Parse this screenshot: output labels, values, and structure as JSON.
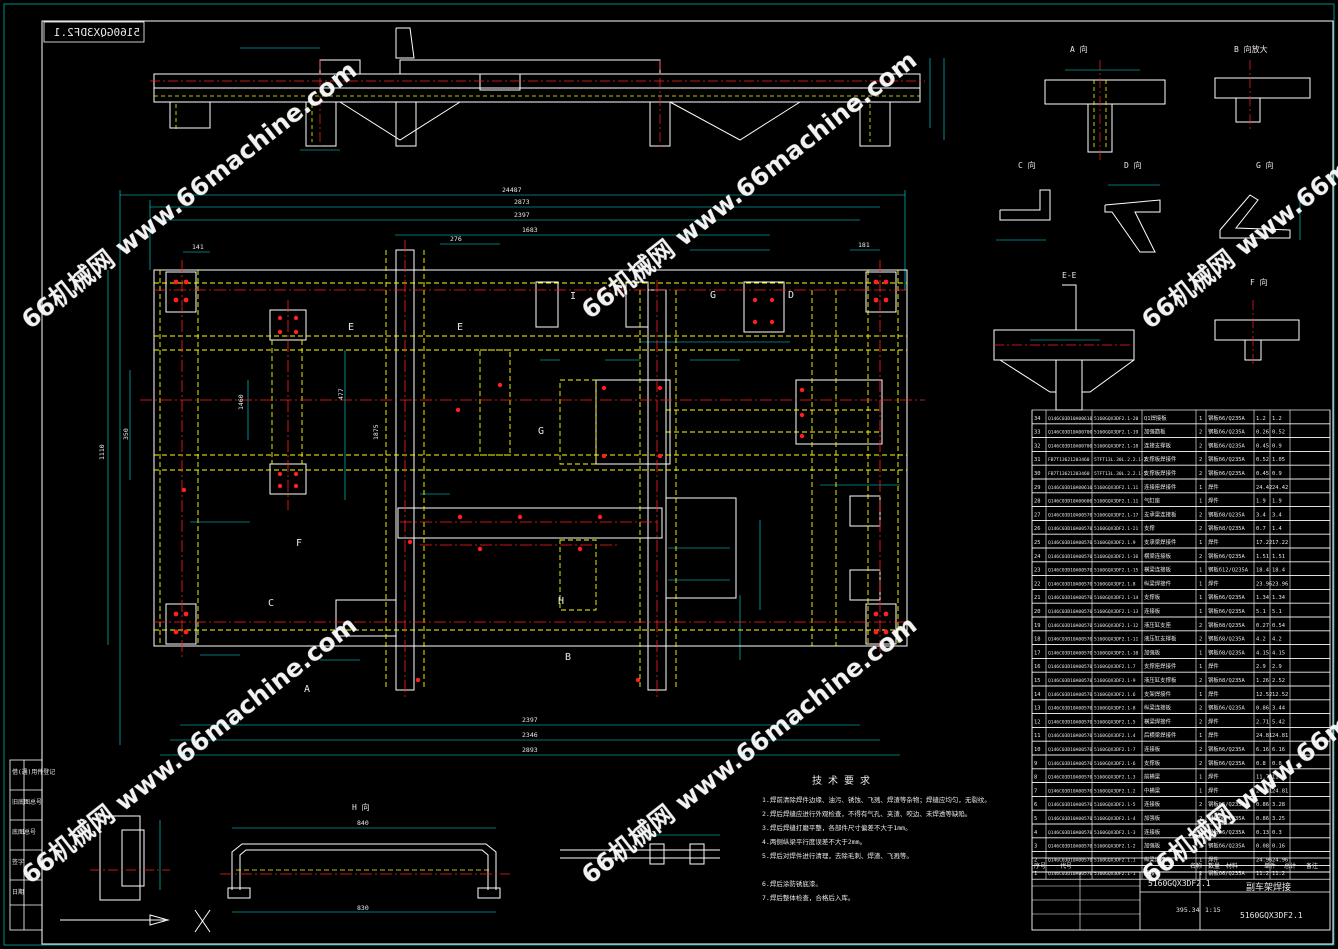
{
  "drawing": {
    "code_mirrored": "5160GQX3DF2.1",
    "code": "5160GQX3DF2.1",
    "title": "副车架焊接",
    "tech_title": "技 术 要 求",
    "tech_items": [
      "1.焊前清除焊件边缘、油污、锈蚀、飞溅、焊渣等杂物；焊缝应均匀，无裂纹。",
      "2.焊后焊缝应进行外观检查，不得有气孔、夹渣、咬边、未焊透等缺陷。",
      "3.焊后焊缝打磨平整，各部件尺寸偏差不大于1mm。",
      "4.两侧纵梁平行度误差不大于2mm。",
      "5.焊后对焊件进行清理，去除毛刺、焊渣、飞溅等。",
      "6.焊后涂防锈底漆。",
      "7.焊后整体检查，合格后入库。"
    ],
    "views": {
      "A": "A 向",
      "B": "B 向放大",
      "C": "C 向",
      "D": "D 向",
      "G": "G 向",
      "EE": "E-E",
      "F": "F 向",
      "H": "H 向"
    },
    "plan_labels": [
      "E",
      "E",
      "G",
      "G",
      "D",
      "F",
      "C",
      "H",
      "B",
      "A",
      "I"
    ],
    "dims_top": [
      "24487",
      "2873",
      "2397",
      "1683",
      "276",
      "181",
      "141"
    ],
    "dims_bottom": [
      "2397",
      "2346",
      "2893"
    ],
    "dims_side": [
      "1110",
      "350",
      "477",
      "1875",
      "1460"
    ],
    "h_view_dims": [
      "840",
      "830"
    ],
    "title_block": {
      "drawing_no": "5160GQX3DF2.1",
      "name": "副车架焊接",
      "weight": "395.34",
      "scale": "1:15"
    }
  },
  "bom_rows": [
    [
      "34",
      "Q146C03D10A00610",
      "5160GQX3DF2.1-20",
      "Q1焊接板",
      "1",
      "钢板δ6/Q235A",
      "1.2",
      "1.2"
    ],
    [
      "33",
      "Q146C03D10A00700",
      "5160GQX3DF2.1-19",
      "加强筋板",
      "2",
      "钢板δ6/Q235A",
      "0.26",
      "0.52"
    ],
    [
      "32",
      "Q146C03D10A00700",
      "5160GQX3DF2.1-18",
      "连接支撑板",
      "2",
      "钢板δ6/Q235A",
      "0.45",
      "0.9"
    ],
    [
      "31",
      "FB7T13621203460",
      "5TFT13L.30L.2.2.1-2",
      "支撑板焊接件",
      "2",
      "钢板δ6/Q235A",
      "0.52",
      "1.05"
    ],
    [
      "30",
      "FB7T13621203460",
      "5TFT13L.30L.2.2.1-5",
      "支撑板焊接件",
      "2",
      "钢板δ6/Q235A",
      "0.45",
      "0.9"
    ],
    [
      "29",
      "Q146C03D10A00610",
      "5160GQX3DF2.1.11",
      "连接座焊接件",
      "1",
      "焊件",
      "24.42",
      "24.42"
    ],
    [
      "28",
      "Q146C03D10A00600",
      "5160GQX3DF2.1.11",
      "气缸座",
      "1",
      "焊件",
      "1.9",
      "1.9"
    ],
    [
      "27",
      "Q146C03D10A00570",
      "5160GQX3DF2.1-17",
      "支承梁连接板",
      "2",
      "钢板δ8/Q235A",
      "3.4",
      "3.4"
    ],
    [
      "26",
      "Q146C03D10A00570",
      "5160GQX3DF2.1-21",
      "支撑",
      "2",
      "钢板δ8/Q235A",
      "0.7",
      "1.4"
    ],
    [
      "25",
      "Q146C03D10A00570",
      "5160GQX3DF2.1.9",
      "支承梁焊接件",
      "1",
      "焊件",
      "17.22",
      "17.22"
    ],
    [
      "24",
      "Q146C03D10A00570",
      "5160GQX3DF2.1-16",
      "横梁连接板",
      "2",
      "钢板δ6/Q235A",
      "1.51",
      "1.51"
    ],
    [
      "23",
      "Q146C03D10A00570",
      "5160GQX3DF2.1-15",
      "横梁连接板",
      "1",
      "钢板δ12/Q235A",
      "18.4",
      "18.4"
    ],
    [
      "22",
      "Q146C03D10A00570",
      "5160GQX3DF2.1.8",
      "纵梁焊接件",
      "1",
      "焊件",
      "23.96",
      "23.96"
    ],
    [
      "21",
      "Q146C03D10A00570",
      "5160GQX3DF2.1-14",
      "支撑板",
      "1",
      "钢板δ6/Q235A",
      "1.34",
      "1.34"
    ],
    [
      "20",
      "Q146C03D10A00570",
      "5160GQX3DF2.1-13",
      "连接板",
      "1",
      "钢板δ6/Q235A",
      "5.1",
      "5.1"
    ],
    [
      "19",
      "Q146C03D10A00570",
      "5160GQX3DF2.1-12",
      "液压缸支座",
      "2",
      "钢板δ8/Q235A",
      "0.27",
      "0.54"
    ],
    [
      "18",
      "Q146C03D10A00570",
      "5160GQX3DF2.1-11",
      "液压缸支撑板",
      "2",
      "钢板δ8/Q235A",
      "4.2",
      "4.2"
    ],
    [
      "17",
      "Q146C03D10A00570",
      "5160GQX3DF2.1-10",
      "加强板",
      "1",
      "钢板δ8/Q235A",
      "4.15",
      "4.15"
    ],
    [
      "16",
      "Q146C03D10A00570",
      "5160GQX3DF2.1.7",
      "支撑座焊接件",
      "1",
      "焊件",
      "2.9",
      "2.9"
    ],
    [
      "15",
      "Q146C03D10A00570",
      "5160GQX3DF2.1-9",
      "液压缸支撑板",
      "2",
      "钢板δ8/Q235A",
      "1.26",
      "2.52"
    ],
    [
      "14",
      "Q146C03D10A00570",
      "5160GQX3DF2.1.6",
      "支架焊接件",
      "1",
      "焊件",
      "12.52",
      "12.52"
    ],
    [
      "13",
      "Q146C03D10A00570",
      "5160GQX3DF2.1-8",
      "纵梁连接板",
      "2",
      "钢板δ6/Q235A",
      "0.86",
      "3.44"
    ],
    [
      "12",
      "Q146C03D10A00570",
      "5160GQX3DF2.1.5",
      "横梁焊接件",
      "2",
      "焊件",
      "2.71",
      "5.42"
    ],
    [
      "11",
      "Q146C03D10A00570",
      "5160GQX3DF2.1.4",
      "后横梁焊接件",
      "1",
      "焊件",
      "24.81",
      "24.81"
    ],
    [
      "10",
      "Q146C03D10A00570",
      "5160GQX3DF2.1-7",
      "连接板",
      "2",
      "钢板δ6/Q235A",
      "6.16",
      "6.16"
    ],
    [
      "9",
      "Q146C03D10A00570",
      "5160GQX3DF2.1-6",
      "支撑板",
      "2",
      "钢板δ6/Q235A",
      "0.8",
      "0.8"
    ],
    [
      "8",
      "Q146C03D10A00570",
      "5160GQX3DF2.1.3",
      "前横梁",
      "1",
      "焊件",
      "11.7",
      "11.7"
    ],
    [
      "7",
      "Q146C03D10A00570",
      "5160GQX3DF2.1.2",
      "中横梁",
      "1",
      "焊件",
      "24.81",
      "24.81"
    ],
    [
      "6",
      "Q146C03D10A00570",
      "5160GQX3DF2.1-5",
      "连接板",
      "2",
      "钢板δ6/Q235A",
      "0.86",
      "3.28"
    ],
    [
      "5",
      "Q146C03D10A00570",
      "5160GQX3DF2.1-4",
      "加强板",
      "2",
      "钢板δ6/Q235A",
      "0.86",
      "3.25"
    ],
    [
      "4",
      "Q146C03D10A00570",
      "5160GQX3DF2.1-3",
      "连接板",
      "2",
      "钢板δ6/Q235A",
      "0.13",
      "0.3"
    ],
    [
      "3",
      "Q146C03D10A00570",
      "5160GQX3DF2.1-2",
      "加强板",
      "2",
      "钢板δ6/Q235A",
      "0.08",
      "0.16"
    ],
    [
      "2",
      "Q146C03D10A00570",
      "5160GQX3DF2.1.1",
      "纵梁焊接件",
      "1",
      "焊件",
      "24.96",
      "24.96"
    ],
    [
      "1",
      "Q146C03D10A00570",
      "5160GQX3DF2.1-1",
      "连接板",
      "2",
      "钢板δ6/Q235A",
      "11.2",
      "11.2"
    ]
  ],
  "bom_header": [
    "序号",
    "代号",
    "名称",
    "数量",
    "材料",
    "单件",
    "总计",
    "备注"
  ],
  "left_block": [
    "借(通)用件登记",
    "旧底图总号",
    "底图总号",
    "签字",
    "日期"
  ],
  "watermarks": [
    "66机械网 www.66machine.com",
    "66机械网 www.66machine.com",
    "66机械网 www.66machine.com",
    "66机械网 www.66machine.com",
    "66机械网 www.66machine.com",
    "66机械网 www.66machine.com"
  ],
  "colors": {
    "background": "#000000",
    "outline": "#ffffff",
    "dimension": "#00e5e5",
    "hidden": "#ffff00",
    "center": "#ff2020",
    "table": "#ffffff"
  }
}
